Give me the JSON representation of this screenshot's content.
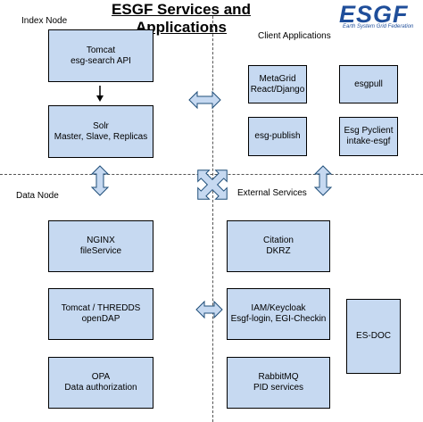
{
  "title": "ESGF Services and Applications",
  "logo": {
    "text": "ESGF",
    "subtitle": "Earth System Grid Federation"
  },
  "quadrants": {
    "index_node": "Index Node",
    "client_applications": "Client Applications",
    "data_node": "Data Node",
    "external_services": "External Services"
  },
  "index_boxes": {
    "tomcat": "Tomcat\nesg-search API",
    "solr": "Solr\nMaster, Slave, Replicas"
  },
  "client_boxes": {
    "metagrid": "MetaGrid\nReact/Django",
    "esgpull": "esgpull",
    "esg_publish": "esg-publish",
    "pyclient": "Esg Pyclient\nintake-esgf"
  },
  "data_boxes": {
    "nginx": "NGINX\nfileService",
    "thredds": "Tomcat / THREDDS\nopenDAP",
    "opa": "OPA\nData authorization"
  },
  "external_boxes": {
    "citation": "Citation\nDKRZ",
    "iam": "IAM/Keycloak\nEsgf-login, EGI-Checkin",
    "es_doc": "ES-DOC",
    "rabbitmq": "RabbitMQ\nPID services"
  },
  "colors": {
    "box_fill": "#c6d9f1",
    "arrow_fill": "#c6d9f1",
    "arrow_stroke": "#1f4e79",
    "logo": "#1f4e9a"
  }
}
